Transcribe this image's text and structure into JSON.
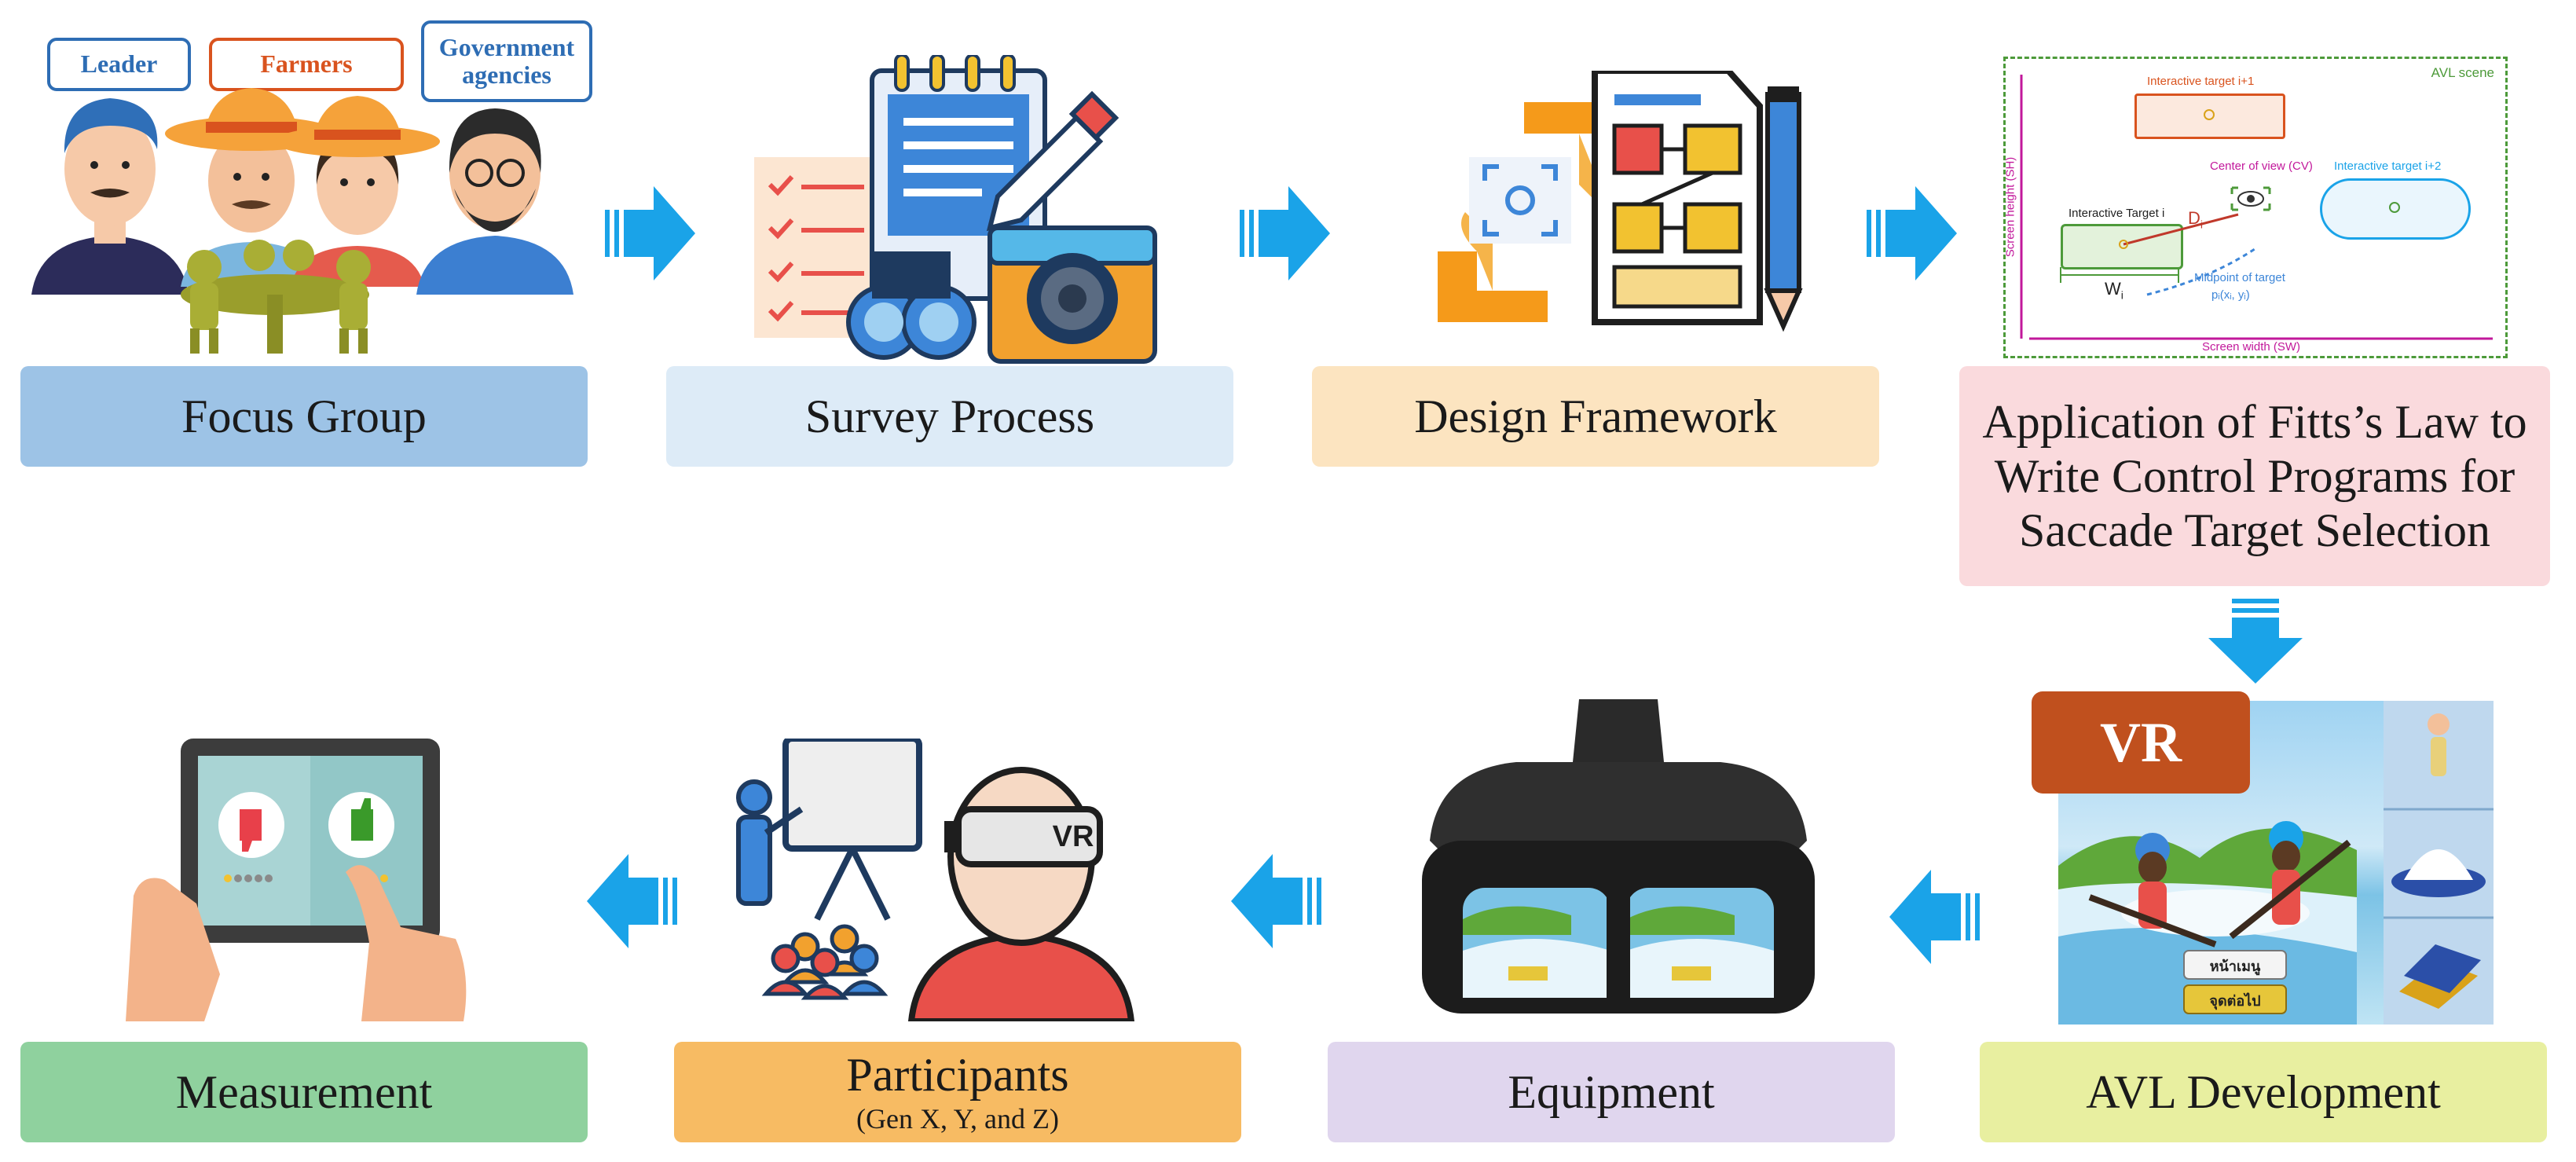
{
  "steps": {
    "focus_group": {
      "label": "Focus Group",
      "chips": {
        "leader": "Leader",
        "farmers": "Farmers",
        "government": "Government agencies"
      }
    },
    "survey_process": {
      "label": "Survey Process"
    },
    "design_framework": {
      "label": "Design Framework"
    },
    "fitts_law": {
      "line1": "Application of Fitts’s Law to",
      "line2": "Write Control Programs for",
      "line3": "Saccade Target Selection",
      "scene": {
        "title": "AVL scene",
        "target_next": "Interactive target i+1",
        "target_current": "Interactive Target i",
        "target_after": "Interactive target i+2",
        "center_of_view": "Center of view (CV)",
        "distance": "D",
        "distance_sub": "i",
        "width": "W",
        "width_sub": "i",
        "midpoint": "Midpoint of target",
        "midpoint_coord": "pᵢ(xᵢ, yᵢ)",
        "screen_width": "Screen width (SW)",
        "screen_height": "Screen height (SH)"
      }
    },
    "avl_development": {
      "label": "AVL Development",
      "badge": "VR",
      "button1": "หน้าเมนู",
      "button2": "จุดต่อไป"
    },
    "equipment": {
      "label": "Equipment"
    },
    "participants": {
      "label": "Participants",
      "sublabel": "(Gen X, Y, and Z)",
      "vr_tag": "VR"
    },
    "measurement": {
      "label": "Measurement"
    }
  },
  "colors": {
    "focus_group_box": "#9DC3E6",
    "survey_box": "#DDEBF7",
    "design_box": "#FCE4C0",
    "fitts_box": "#FADADD",
    "avl_box": "#E8EFA0",
    "equipment_box": "#E0D6EE",
    "participants_box": "#F7BB63",
    "measurement_box": "#8FD19E",
    "arrow": "#1AA3E8",
    "leader_chip": "#2E6DB4",
    "farmers_chip": "#D9531E",
    "government_chip": "#2E6DB4",
    "vr_badge": "#C0501E"
  }
}
